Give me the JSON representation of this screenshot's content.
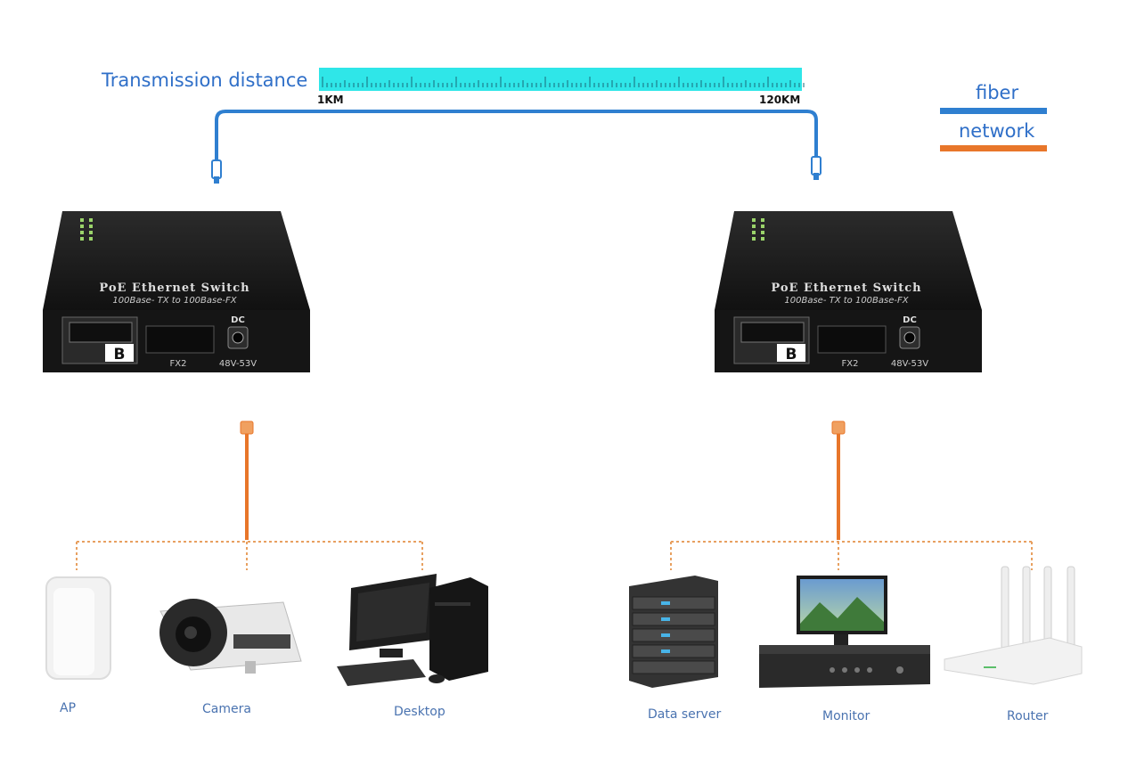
{
  "header": {
    "title": "Transmission distance",
    "distance_start": "1KM",
    "distance_end": "120KM"
  },
  "legend": {
    "fiber": "fiber",
    "network": "network",
    "fiber_color": "#2f7fd0",
    "network_color": "#e8762a"
  },
  "switches": [
    {
      "name": "PoE Ethernet Switch",
      "subtitle": "100Base- TX to 100Base-FX",
      "port_b": "B",
      "port_fx": "FX2",
      "power": "DC",
      "voltage": "48V-53V"
    },
    {
      "name": "PoE Ethernet Switch",
      "subtitle": "100Base- TX to 100Base-FX",
      "port_b": "B",
      "port_fx": "FX2",
      "power": "DC",
      "voltage": "48V-53V"
    }
  ],
  "devices_left": [
    {
      "label": "AP",
      "icon": "ap-icon"
    },
    {
      "label": "Camera",
      "icon": "camera-icon"
    },
    {
      "label": "Desktop",
      "icon": "desktop-icon"
    }
  ],
  "devices_right": [
    {
      "label": "Data server",
      "icon": "server-icon"
    },
    {
      "label": "Monitor",
      "icon": "monitor-icon"
    },
    {
      "label": "Router",
      "icon": "router-icon"
    }
  ]
}
